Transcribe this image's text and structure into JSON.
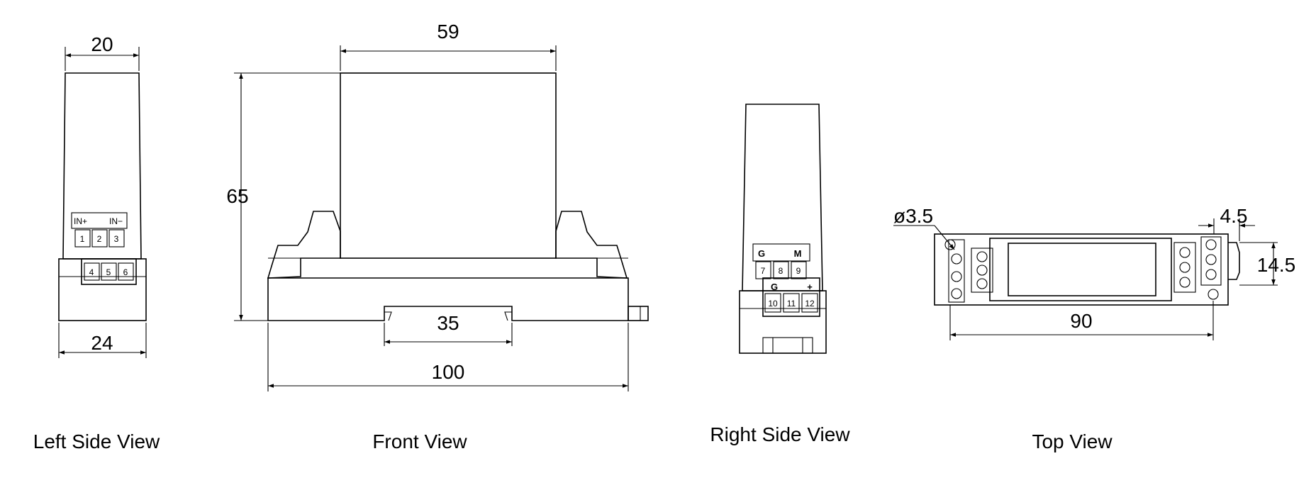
{
  "views": {
    "left": {
      "caption": "Left Side View",
      "dim_top": "20",
      "dim_bottom": "24",
      "label_in_plus": "IN+",
      "label_in_minus": "IN−",
      "terminals_upper": [
        "1",
        "2",
        "3"
      ],
      "terminals_lower": [
        "4",
        "5",
        "6"
      ]
    },
    "front": {
      "caption": "Front View",
      "dim_top": "59",
      "dim_height": "65",
      "dim_rail": "35",
      "dim_length": "100"
    },
    "right": {
      "caption": "Right Side View",
      "label_g_upper": "G",
      "label_m": "M",
      "label_g_lower": "G",
      "label_plus": "+",
      "terminals_upper": [
        "7",
        "8",
        "9"
      ],
      "terminals_lower": [
        "10",
        "11",
        "12"
      ]
    },
    "top": {
      "caption": "Top View",
      "dim_hole": "ø3.5",
      "dim_offset": "4.5",
      "dim_width": "14.5",
      "dim_length": "90"
    }
  }
}
